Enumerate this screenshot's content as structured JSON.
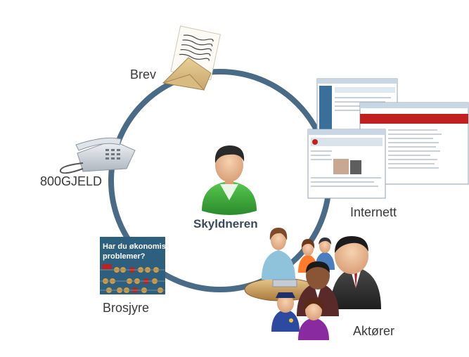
{
  "diagram": {
    "center_label": "Skyldneren",
    "channels": {
      "letter": "Brev",
      "phone": "800GJELD",
      "internet": "Internett",
      "brochure": "Brosjyre",
      "actors": "Aktører"
    },
    "brochure_text": {
      "line1": "Har du økonomiske",
      "line2": "problemer?"
    },
    "colors": {
      "ring": "#4a6b86",
      "person_shirt": "#3fae3f",
      "brochure_bg": "#2d5f7f",
      "accent_red": "#c0211f"
    }
  }
}
